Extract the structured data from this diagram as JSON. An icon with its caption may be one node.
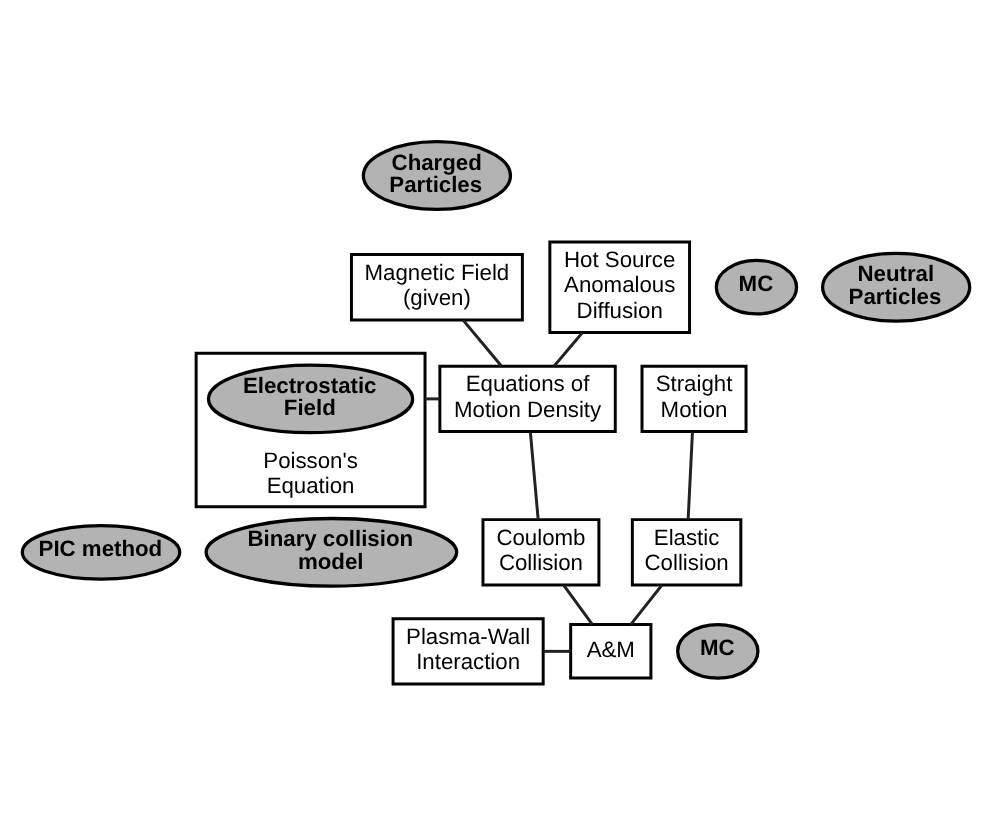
{
  "diagram": {
    "nodes": [
      {
        "text": [
          "Charged Particles"
        ]
      },
      {
        "text": [
          "Magnetic Field (given)"
        ]
      },
      {
        "text": [
          "Hot Source Anomalous Diffusion"
        ]
      },
      {
        "text": [
          "MC"
        ]
      },
      {
        "text": [
          "Neutral Particles"
        ]
      },
      {
        "text": [
          "Poisson's Equation"
        ]
      },
      {
        "text": [
          "Electrostatic Field"
        ],
        "in": 5
      },
      {
        "text": [
          "Equations of Motion Density"
        ]
      },
      {
        "text": [
          "PIC method"
        ]
      },
      {
        "text": [
          "Straight Motion"
        ]
      },
      {
        "text": [
          "Binary collision model"
        ]
      },
      {
        "text": [
          "Coulomb Collision"
        ]
      },
      {
        "text": [
          "Elastic Collision"
        ]
      },
      {
        "text": [
          "Plasma-Wall Interaction"
        ]
      },
      {
        "text": [
          "A&M"
        ]
      },
      {
        "text": [
          "MC"
        ]
      }
    ],
    "edges": [
      {
        "from": 1,
        "to": 7,
        "arrow": "none"
      },
      {
        "from": 5,
        "to": 7,
        "arrow": "none"
      },
      {
        "from": 2,
        "to": 7,
        "arrow": "none"
      },
      {
        "from": 7,
        "to": 11,
        "arrow": "none"
      },
      {
        "from": 9,
        "to": 12,
        "arrow": "none"
      },
      {
        "from": 11,
        "to": 14,
        "arrow": "none"
      },
      {
        "from": 12,
        "to": 14,
        "arrow": "none"
      },
      {
        "from": 13,
        "to": 14,
        "arrow": "none"
      }
    ]
  }
}
